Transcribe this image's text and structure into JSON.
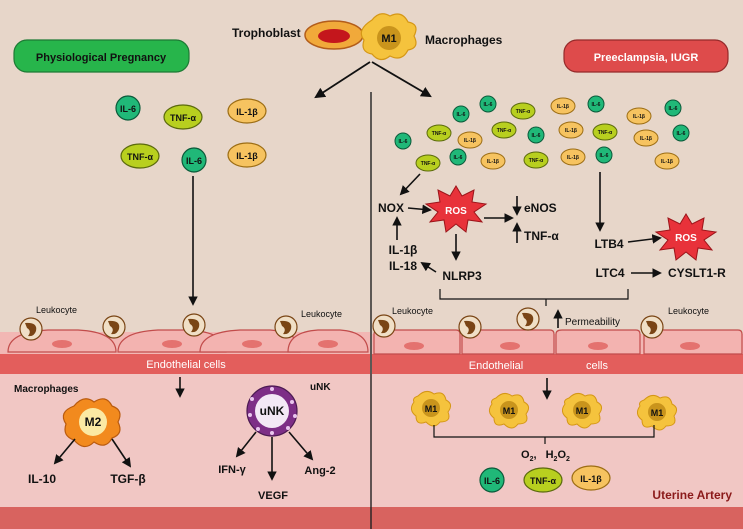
{
  "header": {
    "trophoblast": "Trophoblast",
    "m1": "M1",
    "macrophages": "Macrophages"
  },
  "left": {
    "title": "Physiological Pregnancy",
    "cyt": {
      "il6": "IL-6",
      "tnf": "TNF-α",
      "il1b": "IL-1β"
    },
    "leukocyte": "Leukocyte",
    "endothelial": "Endothelial cells",
    "macrophages": "Macrophages",
    "m2": "M2",
    "il10": "IL-10",
    "tgfb": "TGF-β",
    "unk_label": "uNK",
    "unk": "uNK",
    "ifng": "IFN-γ",
    "vegf": "VEGF",
    "ang2": "Ang-2"
  },
  "right": {
    "title": "Preeclampsia, IUGR",
    "cyt": {
      "il6": "IL-6",
      "tnf": "TNF-α",
      "il1b": "IL-1β"
    },
    "nox": "NOX",
    "ros": "ROS",
    "enos": "eNOS",
    "tnfa": "TNF-α",
    "il1b": "IL-1β",
    "il18": "IL-18",
    "nlrp3": "NLRP3",
    "ltb4": "LTB4",
    "ros2": "ROS",
    "ltc4": "LTC4",
    "cysltr": "CYSLT1-R",
    "leukocyte": "Leukocyte",
    "permeability": "Permeability",
    "endothelial": "Endothelial",
    "cells": "cells",
    "m1": "M1",
    "o2": "O",
    "o2_sub": "2",
    "h2o2_h": "H",
    "h2o2_sub": "2",
    "h2o2_o": "O",
    "h2o2_sub2": "2",
    "uterine": "Uterine Artery"
  },
  "colors": {
    "background": "#e7d6c9",
    "vessel_pink": "#f1c7c4",
    "endothelium": "#e35e5c",
    "green_button": "#27b54b",
    "red_button": "#de4b4b",
    "il6": "#20b878",
    "tnf": "#b8cf1f",
    "il1b": "#f6c360",
    "m1": "#f5c33d",
    "m2": "#f28a1e",
    "unk": "#7d2e86",
    "ros": "#e8323a",
    "leukocyte": "#7a4515"
  }
}
